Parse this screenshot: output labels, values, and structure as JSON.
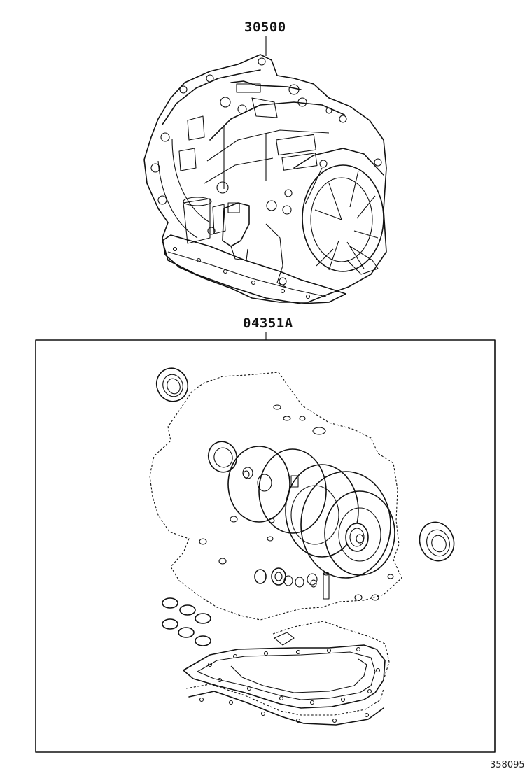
{
  "labels": {
    "assembly_part_no": "30500",
    "kit_part_no": "04351A",
    "diagram_ref_no": "358095"
  },
  "colors": {
    "line": "#111111",
    "background": "#ffffff"
  },
  "icons": [
    "transaxle-assembly-icon",
    "overhaul-gasket-kit-icon"
  ]
}
